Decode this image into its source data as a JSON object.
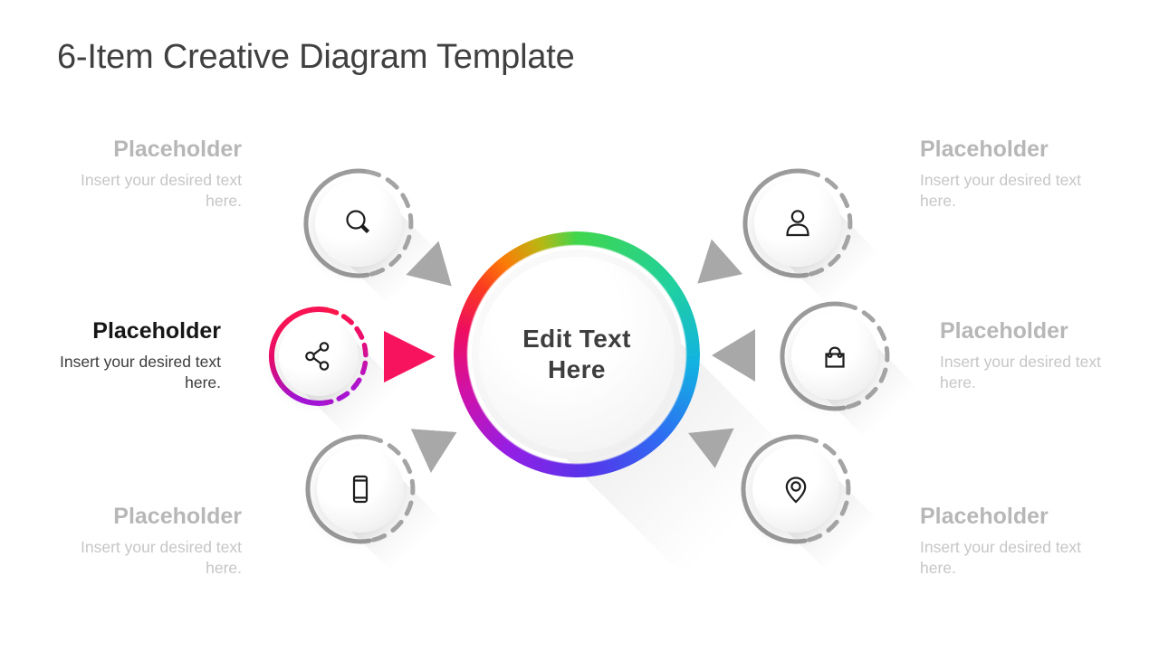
{
  "title": "6-Item Creative Diagram Template",
  "center": {
    "text_line1": "Edit Text",
    "text_line2": "Here"
  },
  "placeholders": [
    {
      "position": "left-top",
      "heading": "Placeholder",
      "body": "Insert your desired text here.",
      "style": "muted"
    },
    {
      "position": "left-middle",
      "heading": "Placeholder",
      "body": "Insert your desired text here.",
      "style": "active"
    },
    {
      "position": "left-bottom",
      "heading": "Placeholder",
      "body": "Insert your desired text here.",
      "style": "muted"
    },
    {
      "position": "right-top",
      "heading": "Placeholder",
      "body": "Insert your desired text here.",
      "style": "muted"
    },
    {
      "position": "right-middle",
      "heading": "Placeholder",
      "body": "Insert your desired text here.",
      "style": "muted"
    },
    {
      "position": "right-bottom",
      "heading": "Placeholder",
      "body": "Insert your desired text here.",
      "style": "muted"
    }
  ],
  "satellites": [
    {
      "position": "top-left",
      "icon": "search-icon",
      "highlighted": false
    },
    {
      "position": "middle-left",
      "icon": "share-icon",
      "highlighted": true
    },
    {
      "position": "bottom-left",
      "icon": "smartphone-icon",
      "highlighted": false
    },
    {
      "position": "top-right",
      "icon": "user-icon",
      "highlighted": false
    },
    {
      "position": "middle-right",
      "icon": "shopping-bag-icon",
      "highlighted": false
    },
    {
      "position": "bottom-right",
      "icon": "location-pin-icon",
      "highlighted": false
    }
  ],
  "colors": {
    "accent_pink": "#f8135f",
    "pink_ring_gradient": [
      "#ff1746",
      "#ea0d6d",
      "#a816dc"
    ],
    "rainbow_ring": [
      "#40d64d",
      "#1fd0a0",
      "#12b2e2",
      "#2e6cf2",
      "#5634ea",
      "#941fe4",
      "#ce12ab",
      "#ee0d60",
      "#fb3a20",
      "#fb7c07",
      "#b9b713"
    ],
    "gray_ring": "#9b9b9b",
    "gray_arrow": "#a8a8a8",
    "muted_heading": "#b7b7b7",
    "muted_body": "#c6c6c6",
    "active_heading": "#161616",
    "active_body": "#3c3c3c",
    "title_color": "#404040"
  }
}
